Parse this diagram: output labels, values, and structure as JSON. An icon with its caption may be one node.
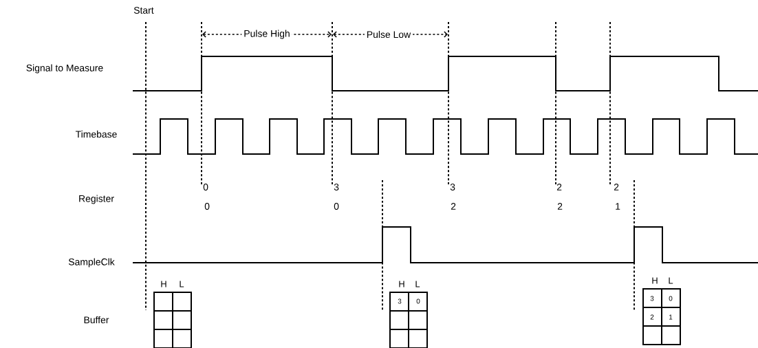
{
  "diagram": {
    "labels": [
      "Start",
      "Pulse High",
      "Pulse Low",
      "Signal to Measure",
      "Timebase",
      "0",
      "3",
      "3",
      "2",
      "2",
      "Register",
      "0",
      "0",
      "2",
      "2",
      "1",
      "SampleClk",
      "H",
      "L",
      "H",
      "L",
      "H",
      "L",
      "3",
      "0",
      "3",
      "0",
      "Buffer",
      "2",
      "1"
    ]
  }
}
